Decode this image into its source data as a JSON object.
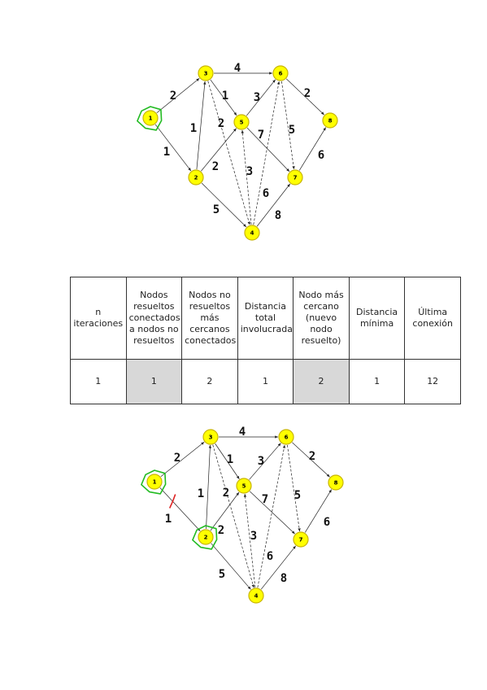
{
  "graph": {
    "node_color": "#ffff00",
    "highlight_color": "#22bb22",
    "cut_color": "#dd2222",
    "nodes": [
      {
        "id": "1",
        "label": "1"
      },
      {
        "id": "2",
        "label": "2"
      },
      {
        "id": "3",
        "label": "3"
      },
      {
        "id": "4",
        "label": "4"
      },
      {
        "id": "5",
        "label": "5"
      },
      {
        "id": "6",
        "label": "6"
      },
      {
        "id": "7",
        "label": "7"
      },
      {
        "id": "8",
        "label": "8"
      }
    ],
    "edges": [
      {
        "from": "1",
        "to": "3",
        "weight": "2"
      },
      {
        "from": "1",
        "to": "2",
        "weight": "1"
      },
      {
        "from": "2",
        "to": "3",
        "weight": "1"
      },
      {
        "from": "2",
        "to": "5",
        "weight": "2"
      },
      {
        "from": "2",
        "to": "4",
        "weight": "5"
      },
      {
        "from": "3",
        "to": "6",
        "weight": "4"
      },
      {
        "from": "3",
        "to": "5",
        "weight": "1"
      },
      {
        "from": "3",
        "to": "4",
        "weight": "2"
      },
      {
        "from": "5",
        "to": "6",
        "weight": "3"
      },
      {
        "from": "5",
        "to": "7",
        "weight": "7"
      },
      {
        "from": "4",
        "to": "5",
        "weight": "3"
      },
      {
        "from": "4",
        "to": "6",
        "weight": "6"
      },
      {
        "from": "4",
        "to": "7",
        "weight": "8"
      },
      {
        "from": "6",
        "to": "8",
        "weight": "2"
      },
      {
        "from": "6",
        "to": "7",
        "weight": "5"
      },
      {
        "from": "7",
        "to": "8",
        "weight": "6"
      }
    ]
  },
  "table": {
    "headers": [
      "n iteraciones",
      "Nodos resueltos conectados a nodos no resueltos",
      "Nodos no resueltos más cercanos conectados",
      "Distancia total involucrada",
      "Nodo más cercano (nuevo nodo resuelto)",
      "Distancia mínima",
      "Última conexión"
    ],
    "rows": [
      [
        "1",
        "1",
        "2",
        "1",
        "2",
        "1",
        "12"
      ]
    ]
  }
}
